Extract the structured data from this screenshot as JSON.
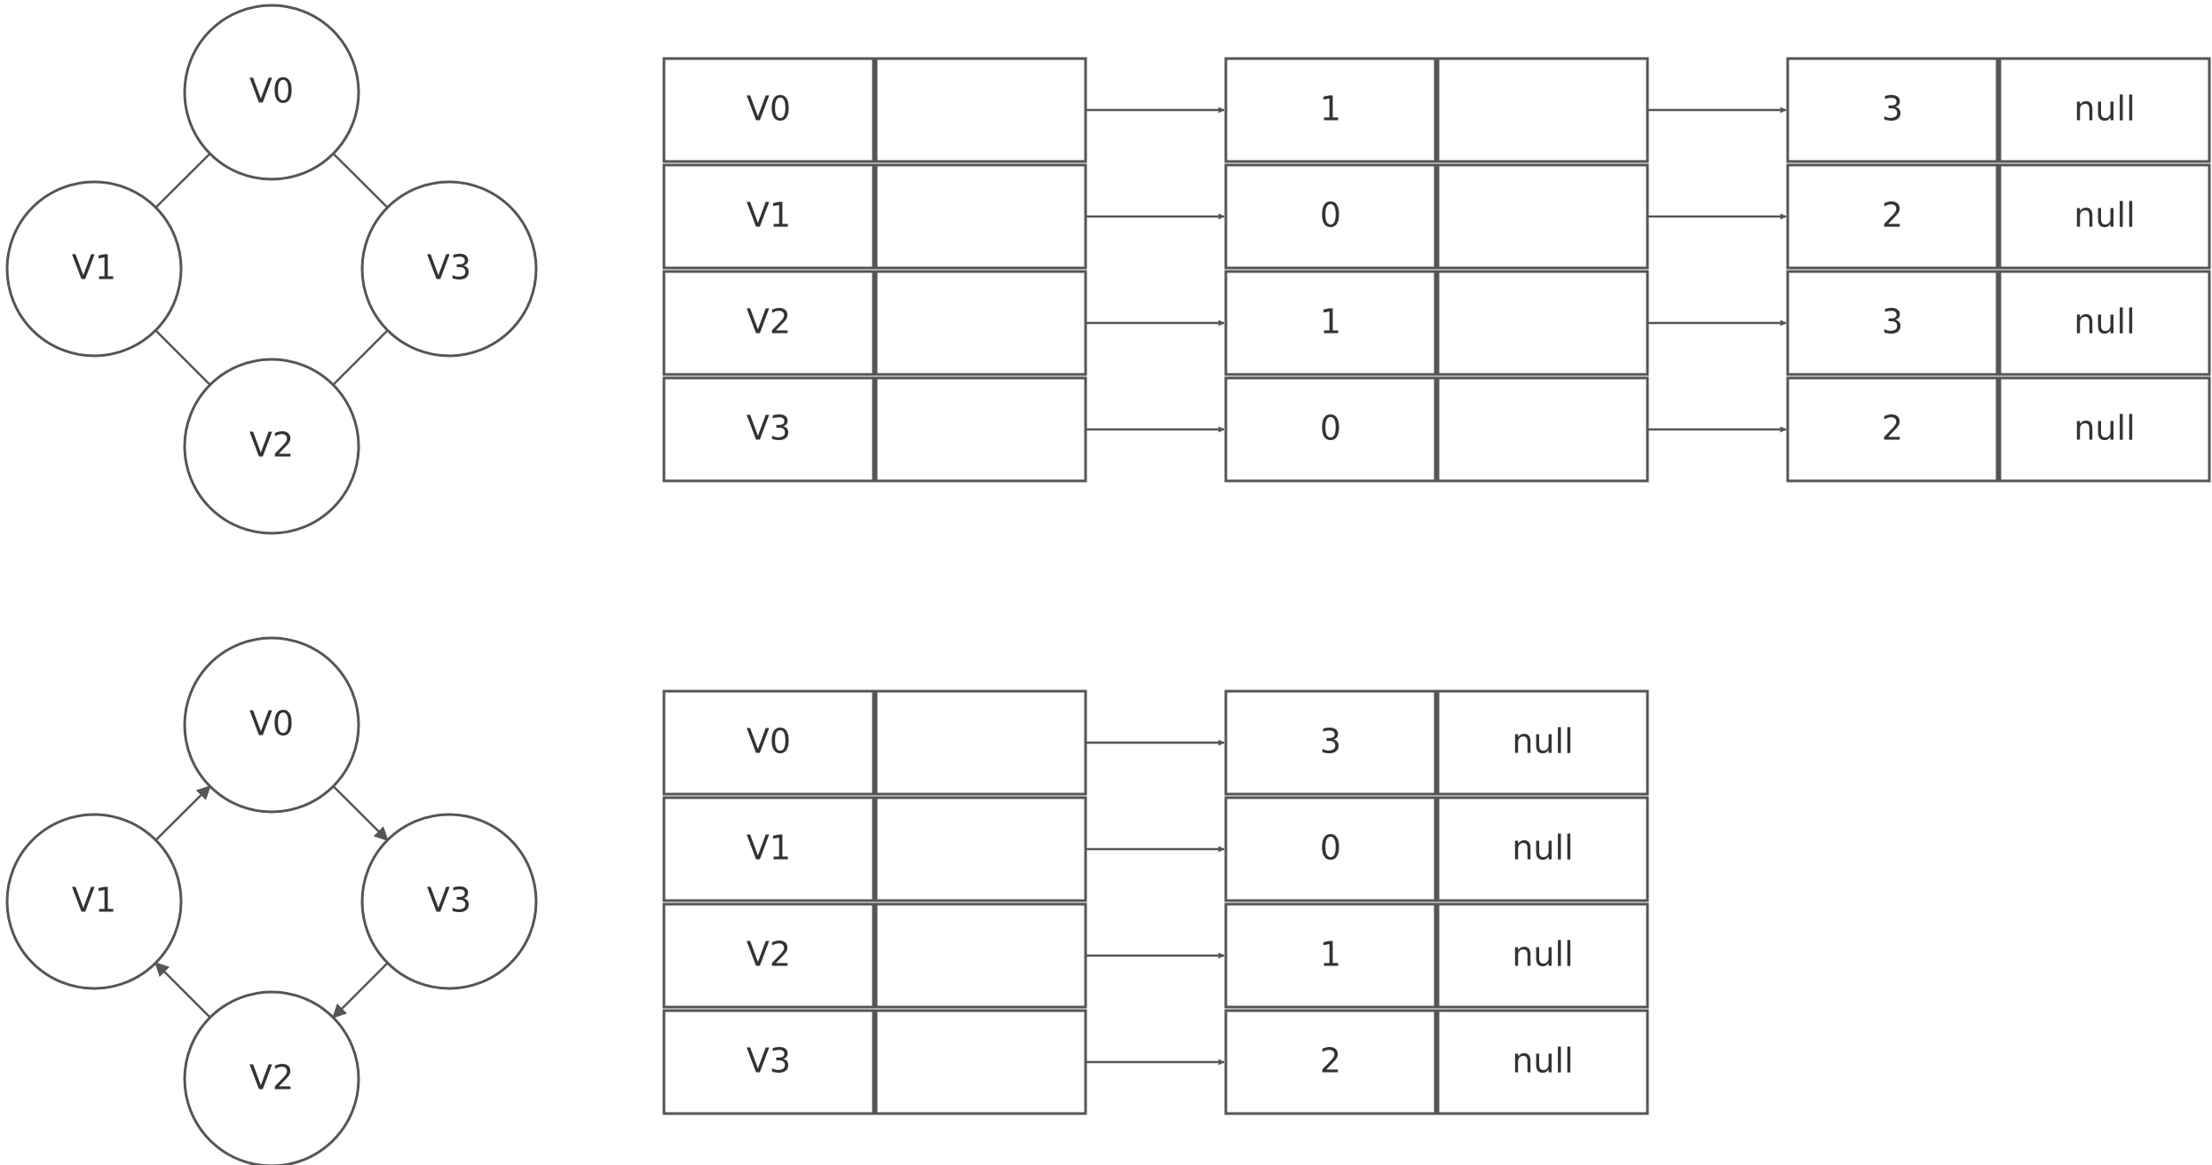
{
  "colors": {
    "stroke": "#555555",
    "text": "#333333",
    "background": "#ffffff"
  },
  "undirected_graph": {
    "vertices": [
      "V0",
      "V1",
      "V2",
      "V3"
    ],
    "edges": [
      [
        "V0",
        "V1"
      ],
      [
        "V0",
        "V3"
      ],
      [
        "V1",
        "V2"
      ],
      [
        "V2",
        "V3"
      ]
    ]
  },
  "directed_graph": {
    "vertices": [
      "V0",
      "V1",
      "V2",
      "V3"
    ],
    "edges": [
      [
        "V1",
        "V0"
      ],
      [
        "V0",
        "V3"
      ],
      [
        "V3",
        "V2"
      ],
      [
        "V2",
        "V1"
      ]
    ]
  },
  "undirected_list": {
    "rows": [
      {
        "head": "V0",
        "nodes": [
          {
            "value": "1",
            "next": ""
          },
          {
            "value": "3",
            "next": "null"
          }
        ]
      },
      {
        "head": "V1",
        "nodes": [
          {
            "value": "0",
            "next": ""
          },
          {
            "value": "2",
            "next": "null"
          }
        ]
      },
      {
        "head": "V2",
        "nodes": [
          {
            "value": "1",
            "next": ""
          },
          {
            "value": "3",
            "next": "null"
          }
        ]
      },
      {
        "head": "V3",
        "nodes": [
          {
            "value": "0",
            "next": ""
          },
          {
            "value": "2",
            "next": "null"
          }
        ]
      }
    ]
  },
  "directed_list": {
    "rows": [
      {
        "head": "V0",
        "nodes": [
          {
            "value": "3",
            "next": "null"
          }
        ]
      },
      {
        "head": "V1",
        "nodes": [
          {
            "value": "0",
            "next": "null"
          }
        ]
      },
      {
        "head": "V2",
        "nodes": [
          {
            "value": "1",
            "next": "null"
          }
        ]
      },
      {
        "head": "V3",
        "nodes": [
          {
            "value": "2",
            "next": "null"
          }
        ]
      }
    ]
  }
}
